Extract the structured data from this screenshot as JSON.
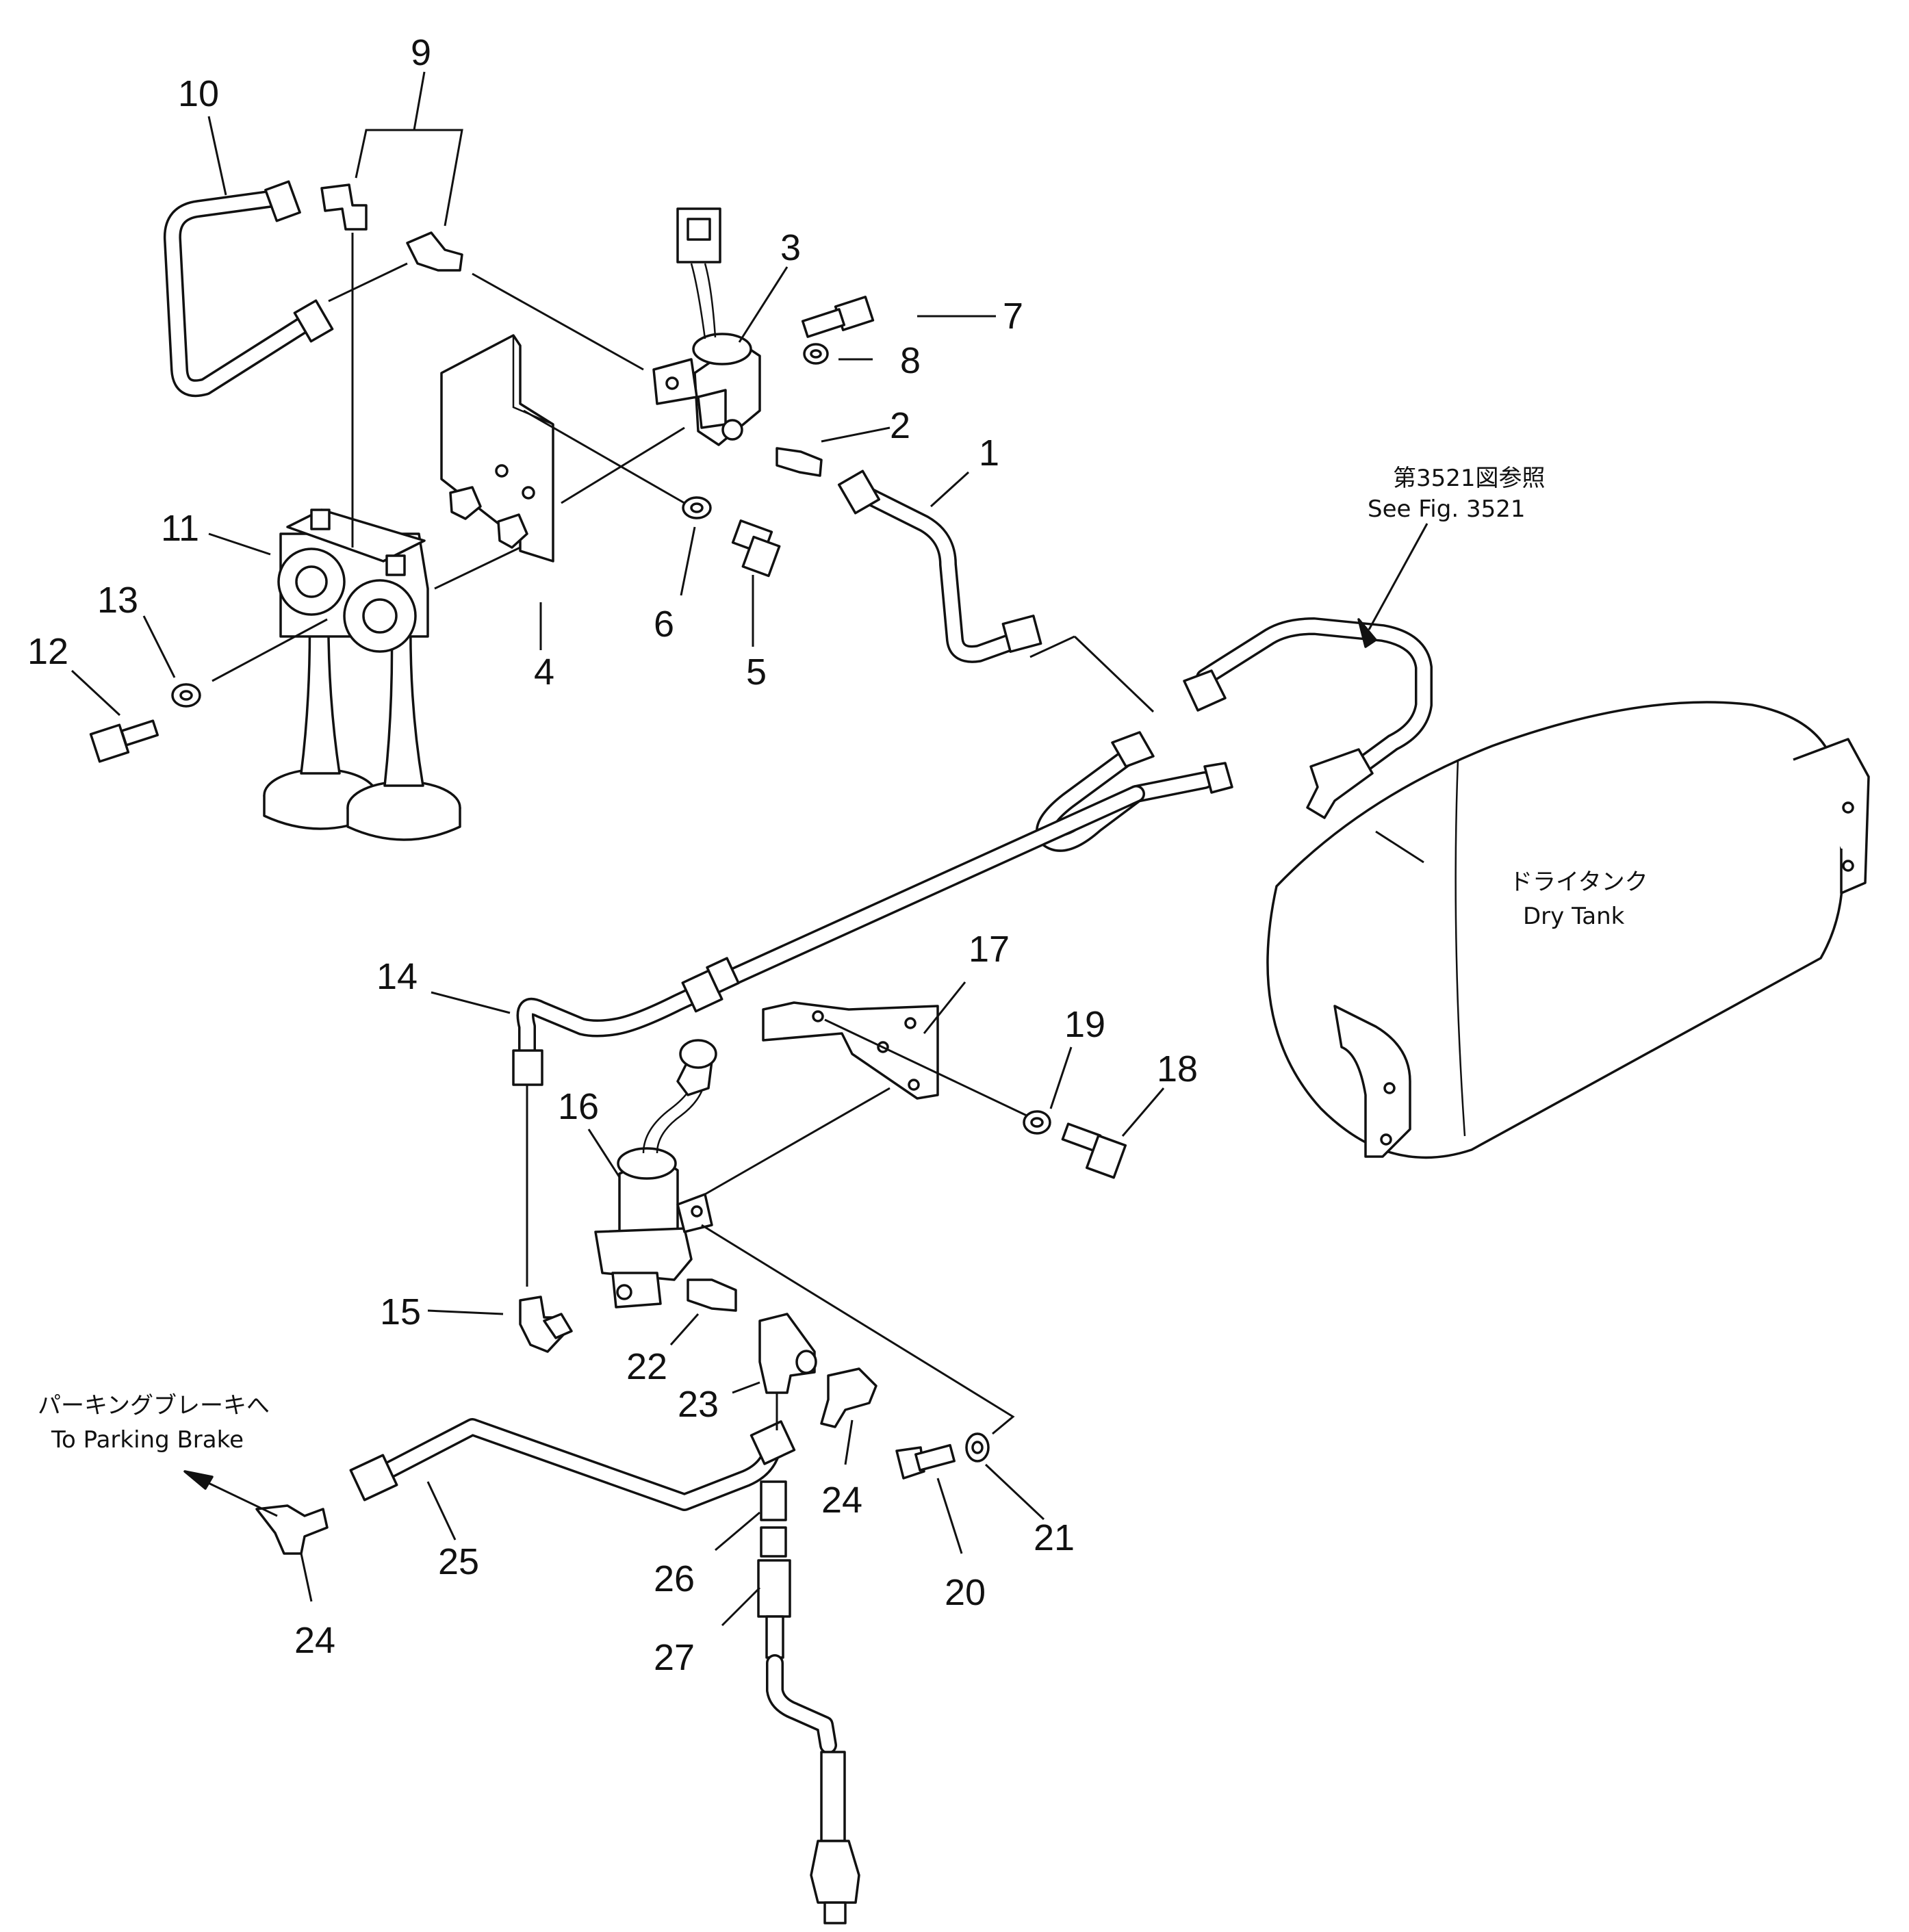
{
  "diagram": {
    "part_numbers": {
      "p1": "1",
      "p2": "2",
      "p3": "3",
      "p4": "4",
      "p5": "5",
      "p6": "6",
      "p7": "7",
      "p8": "8",
      "p9": "9",
      "p10": "10",
      "p11": "11",
      "p12": "12",
      "p13": "13",
      "p14": "14",
      "p15": "15",
      "p16": "16",
      "p17": "17",
      "p18": "18",
      "p19": "19",
      "p20": "20",
      "p21": "21",
      "p22": "22",
      "p23": "23",
      "p24a": "24",
      "p24b": "24",
      "p25": "25",
      "p26": "26",
      "p27": "27"
    },
    "annotations": {
      "see_fig_jp": "第3521図参照",
      "see_fig_en": "See Fig. 3521",
      "dry_tank_jp": "ドライタンク",
      "dry_tank_en": "Dry Tank",
      "parking_brake_jp": "パーキングブレーキへ",
      "parking_brake_en": "To Parking Brake"
    }
  }
}
